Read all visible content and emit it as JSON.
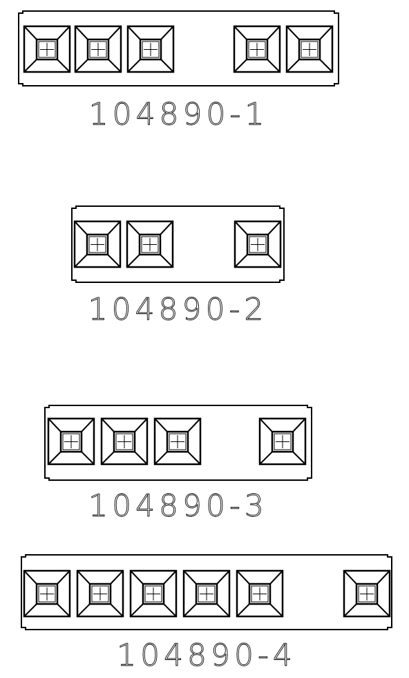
{
  "parts": [
    {
      "id": "104890-1",
      "label": "104890-1",
      "window_count": 5,
      "window_pattern": "3 windows, gap, 2 windows"
    },
    {
      "id": "104890-2",
      "label": "104890-2",
      "window_count": 3,
      "window_pattern": "2 windows, gap, 1 window"
    },
    {
      "id": "104890-3",
      "label": "104890-3",
      "window_count": 4,
      "window_pattern": "3 windows, gap, 1 window"
    },
    {
      "id": "104890-4",
      "label": "104890-4",
      "window_count": 6,
      "window_pattern": "5 windows, gap, 1 window"
    }
  ],
  "colors": {
    "line": "#000000",
    "background": "#ffffff"
  }
}
